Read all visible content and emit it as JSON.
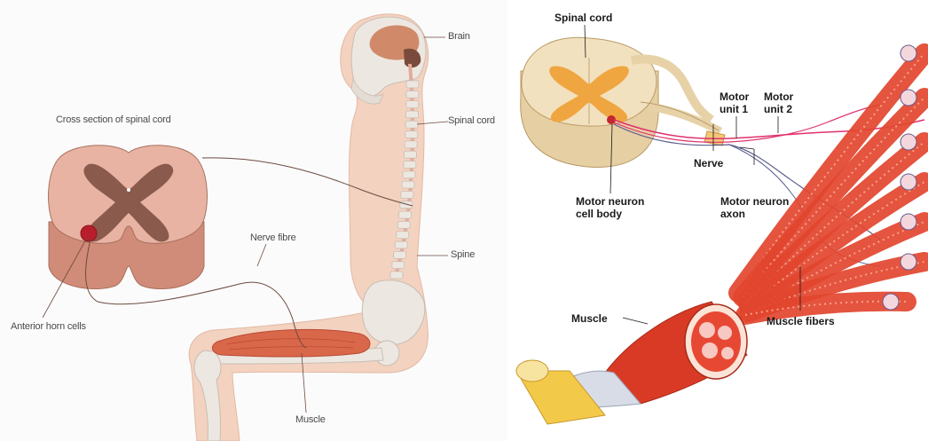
{
  "left_panel": {
    "labels": {
      "brain": "Brain",
      "spinal_cord": "Spinal cord",
      "cross_section": "Cross section of spinal cord",
      "nerve_fibre": "Nerve fibre",
      "spine": "Spine",
      "anterior_horn_cells": "Anterior horn cells",
      "muscle": "Muscle"
    }
  },
  "right_panel": {
    "labels": {
      "spinal_cord": "Spinal cord",
      "motor_unit_1_line1": "Motor",
      "motor_unit_1_line2": "unit 1",
      "motor_unit_2_line1": "Motor",
      "motor_unit_2_line2": "unit 2",
      "nerve": "Nerve",
      "motor_neuron_cell_body_line1": "Motor neuron",
      "motor_neuron_cell_body_line2": "cell body",
      "motor_neuron_axon_line1": "Motor neuron",
      "motor_neuron_axon_line2": "axon",
      "muscle": "Muscle",
      "muscle_fibers": "Muscle fibers"
    }
  },
  "colors": {
    "skin": "#f3d2c0",
    "spine_bone": "#e8e2da",
    "cord_pink": "#dfa394",
    "grey_matter": "#8a5a4c",
    "muscle_red": "#e2452e",
    "cord_tan": "#f2e1bf",
    "grey_matter_orange": "#f0a640",
    "tendon_yellow": "#f3c94a"
  }
}
